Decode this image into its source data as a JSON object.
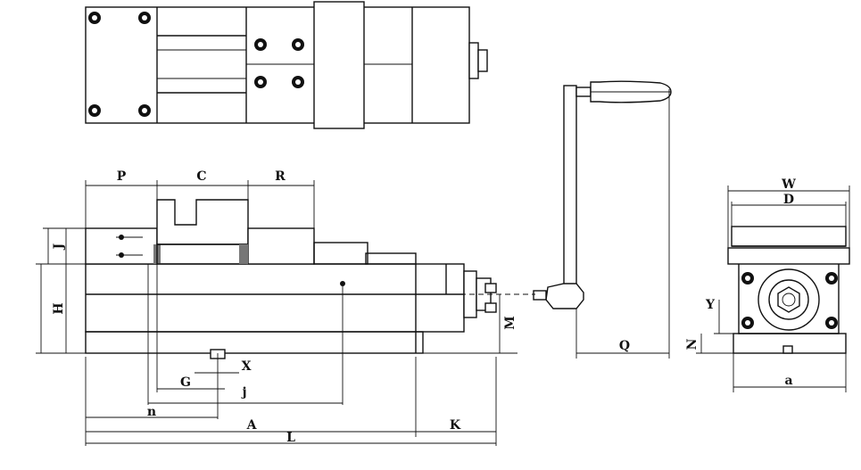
{
  "diagram": {
    "dimension_labels": {
      "P": "P",
      "C": "C",
      "R": "R",
      "J": "J",
      "H": "H",
      "M": "M",
      "X": "X",
      "G": "G",
      "j": "j",
      "n": "n",
      "A": "A",
      "L": "L",
      "K": "K",
      "Q": "Q",
      "W": "W",
      "D": "D",
      "Y": "Y",
      "N": "N",
      "a": "a"
    },
    "colors": {
      "line": "#111111",
      "background": "#ffffff",
      "hatch": "#777777"
    }
  }
}
